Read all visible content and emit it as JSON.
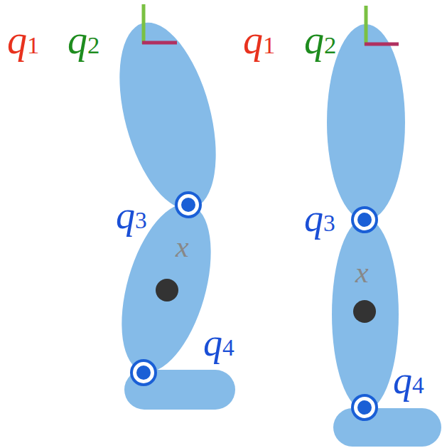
{
  "diagram": {
    "labels": [
      "q1",
      "q2",
      "q3",
      "q4",
      "x",
      "q1",
      "q2",
      "q3",
      "q4",
      "x"
    ]
  }
}
